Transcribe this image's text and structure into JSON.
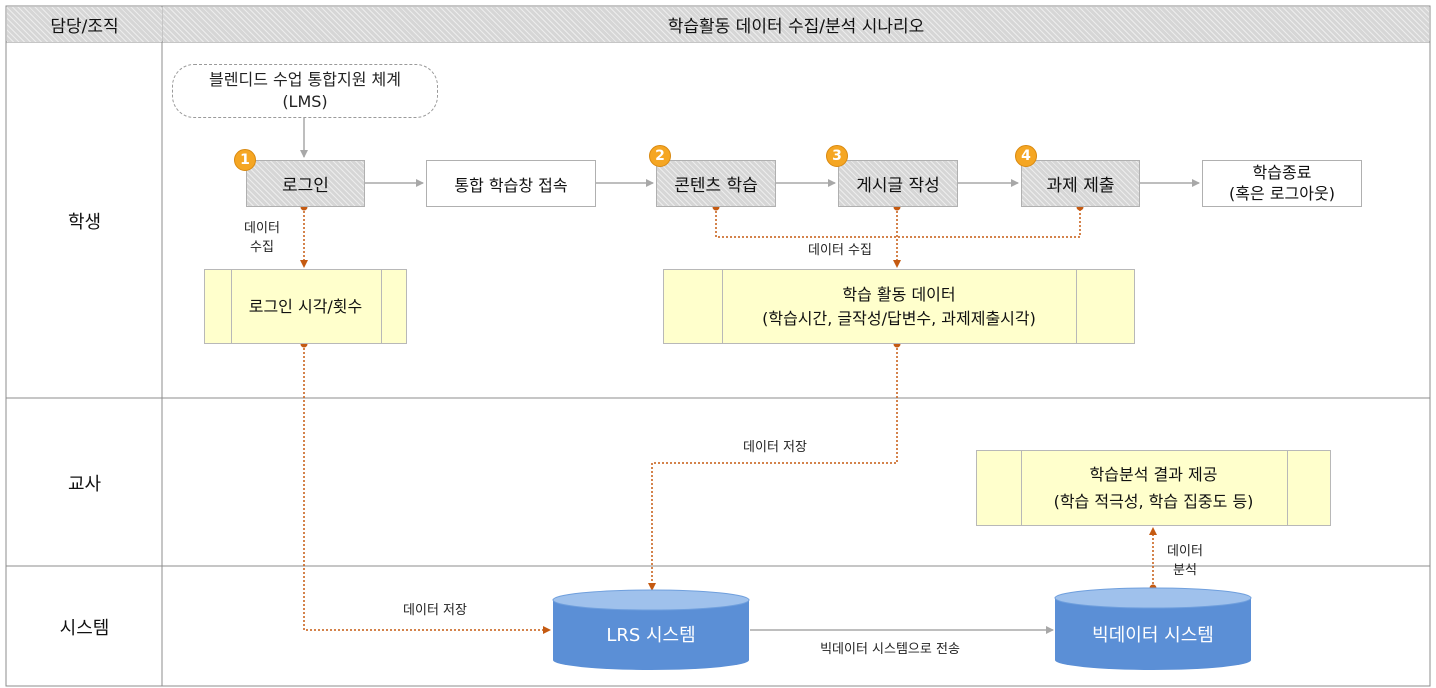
{
  "header": {
    "left": "담당/조직",
    "right": "학습활동 데이터 수집/분석 시나리오"
  },
  "roles": {
    "student": "학생",
    "teacher": "교사",
    "system": "시스템"
  },
  "lms": {
    "line1": "블렌디드 수업 통합지원 체계",
    "line2": "(LMS)"
  },
  "steps": {
    "login": "로그인",
    "access": "통합 학습창 접속",
    "content": "콘텐츠 학습",
    "post": "게시글 작성",
    "assignment": "과제 제출",
    "end_line1": "학습종료",
    "end_line2": "(혹은 로그아웃)"
  },
  "badges": [
    "1",
    "2",
    "3",
    "4"
  ],
  "data_boxes": {
    "login_data": "로그인 시각/횟수",
    "activity_line1": "학습 활동 데이터",
    "activity_line2": "(학습시간, 글작성/답변수, 과제제출시각)",
    "analysis_line1": "학습분석 결과 제공",
    "analysis_line2": "(학습 적극성, 학습 집중도 등)"
  },
  "labels": {
    "collect_line1": "데이터",
    "collect_line2": "수집",
    "collect_single": "데이터 수집",
    "store_upper": "데이터 저장",
    "store_lower": "데이터 저장",
    "transfer": "빅데이터 시스템으로 전송",
    "analyze_line1": "데이터",
    "analyze_line2": "분석"
  },
  "systems": {
    "lrs": "LRS 시스템",
    "bigdata": "빅데이터 시스템"
  },
  "colors": {
    "accent_dot": "#c55a11",
    "badge": "#f5a623",
    "db": "#5b8fd6",
    "yellow": "#ffffcc"
  }
}
